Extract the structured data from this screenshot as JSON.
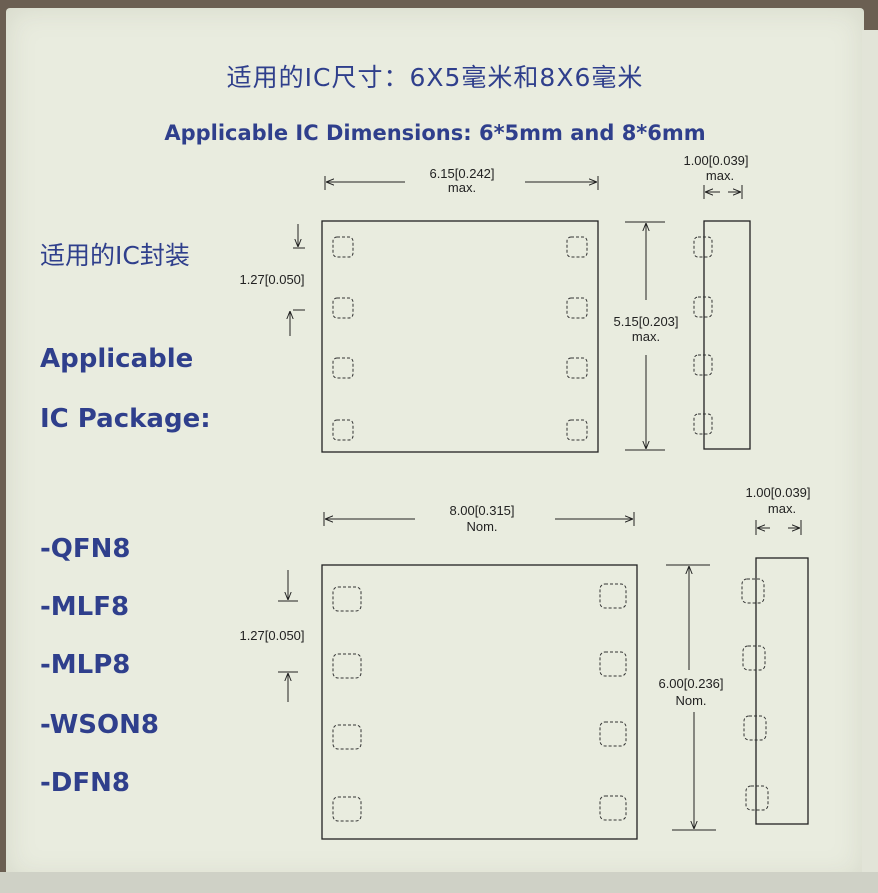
{
  "titles": {
    "zh": "适用的IC尺寸：6X5毫米和8X6毫米",
    "en": "Applicable IC Dimensions: 6*5mm and 8*6mm"
  },
  "left_panel": {
    "zh_label": "适用的IC封装",
    "en_label_line1": "Applicable",
    "en_label_line2": "IC Package:",
    "packages": [
      "-QFN8",
      "-MLF8",
      "-MLP8",
      "-WSON8",
      "-DFN8"
    ]
  },
  "package_small": {
    "width_value": "6.15[0.242]",
    "width_note": "max.",
    "height_value": "5.15[0.203]",
    "height_note": "max.",
    "pitch_value": "1.27[0.050]",
    "thickness_value": "1.00[0.039]",
    "thickness_note": "max."
  },
  "package_large": {
    "width_value": "8.00[0.315]",
    "width_note": "Nom.",
    "height_value": "6.00[0.236]",
    "height_note": "Nom.",
    "pitch_value": "1.27[0.050]",
    "thickness_value": "1.00[0.039]",
    "thickness_note": "max."
  },
  "colors": {
    "text_blue": "#2f3f8c",
    "line": "#222222",
    "card": "#e9ecdf"
  }
}
